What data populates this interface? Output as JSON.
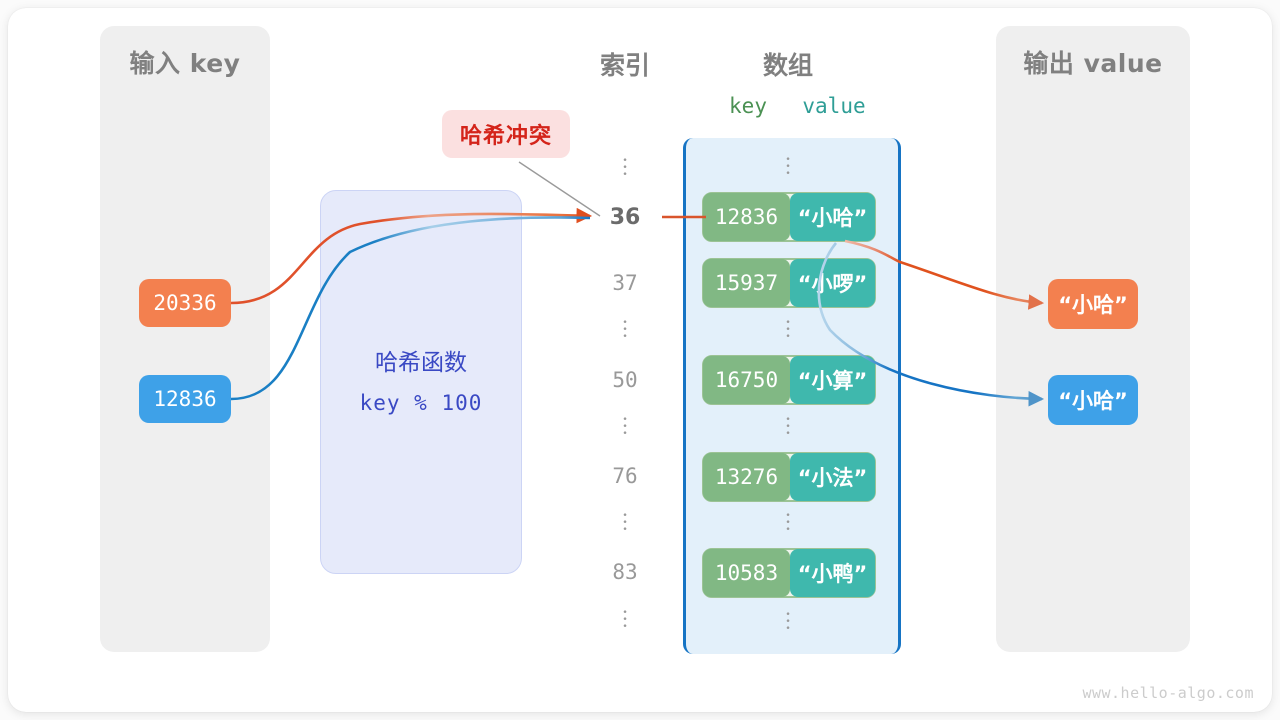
{
  "watermark": "www.hello-algo.com",
  "panels": {
    "input": {
      "title": "输入 key"
    },
    "output": {
      "title": "输出 value"
    }
  },
  "hash_function": {
    "title": "哈希函数",
    "formula": "key % 100"
  },
  "collision": {
    "label": "哈希冲突"
  },
  "headers": {
    "index": "索引",
    "array": "数组",
    "key": "key",
    "value": "value"
  },
  "input_keys": [
    {
      "value": "20336",
      "color": "#f3804f"
    },
    {
      "value": "12836",
      "color": "#3ea1e8"
    }
  ],
  "output_values": [
    {
      "value": "“小哈”",
      "color": "#f3804f"
    },
    {
      "value": "“小哈”",
      "color": "#3ea1e8"
    }
  ],
  "buckets": [
    {
      "index": "36",
      "key": "12836",
      "value": "“小哈”",
      "highlight": true
    },
    {
      "index": "37",
      "key": "15937",
      "value": "“小啰”",
      "highlight": false
    },
    {
      "index": "50",
      "key": "16750",
      "value": "“小算”",
      "highlight": false
    },
    {
      "index": "76",
      "key": "13276",
      "value": "“小法”",
      "highlight": false
    },
    {
      "index": "83",
      "key": "10583",
      "value": "“小鸭”",
      "highlight": false
    }
  ],
  "colors": {
    "key_cell": "#81b884",
    "value_cell": "#3fb8ad",
    "array_bg": "#e3f0fa",
    "array_border": "#1674c4",
    "hash_bg": "#e6eafa",
    "hash_text": "#3a49c4",
    "panel_bg": "#efefef",
    "collision_bg": "#fbe0e0",
    "collision_text": "#d4241a",
    "orange": "#f3804f",
    "blue": "#3ea1e8",
    "arrow_orange": "#e04f20",
    "arrow_blue": "#1674c4"
  }
}
